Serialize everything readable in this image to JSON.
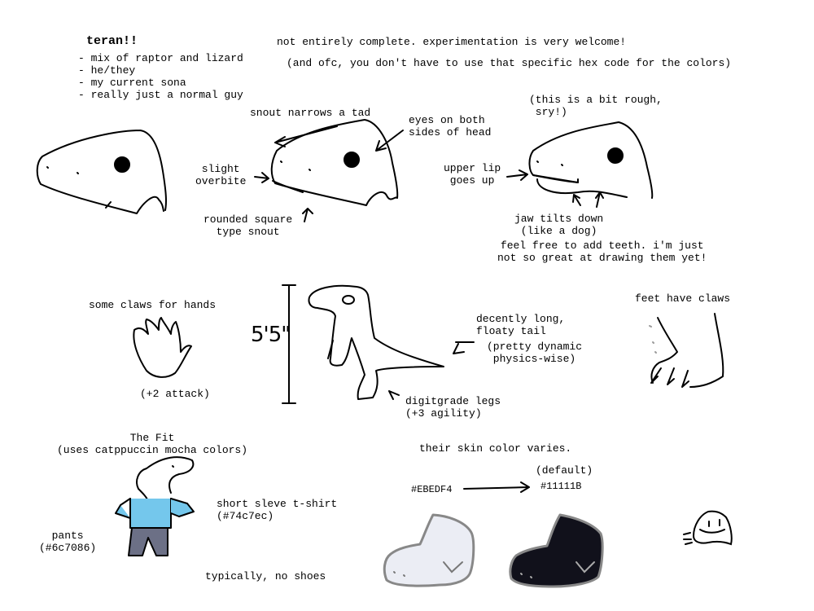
{
  "header": {
    "name": "teran!!",
    "traits": [
      "- mix of raptor and lizard",
      "- he/they",
      "- my current sona",
      "- really just a normal guy"
    ],
    "note1": "not entirely complete. experimentation is very welcome!",
    "note2": "(and ofc, you don't have to use that specific hex code for the colors)"
  },
  "heads": {
    "snout_narrows": "snout narrows a tad",
    "eyes": "eyes on both\nsides of head",
    "overbite": "slight\noverbite",
    "rounded": "rounded square\ntype snout",
    "rough": "(this is a bit rough,\n sry!)",
    "upper_lip": "upper lip\ngoes up",
    "jaw": "jaw tilts down\n(like a dog)",
    "teeth": "feel free to add teeth. i'm just\nnot so great at drawing them yet!"
  },
  "body": {
    "claws_hands": "some claws for hands",
    "attack": "(+2 attack)",
    "height": "5'5\"",
    "tail": "decently long,\nfloaty tail",
    "physics": "(pretty dynamic\nphysics-wise)",
    "legs": "digitgrade legs\n(+3 agility)",
    "feet": "feet have claws"
  },
  "fit": {
    "title": "The Fit\n(uses catppuccin mocha colors)",
    "shirt": "short sleve t-shirt\n(#74c7ec)",
    "pants": "pants\n(#6c7086)",
    "shoes": "typically, no shoes"
  },
  "skin": {
    "varies": "their skin color varies.",
    "default_label": "(default)",
    "light_hex": "#EBEDF4",
    "dark_hex": "#11111B"
  },
  "colors": {
    "shirt": "#74c7ec",
    "pants": "#6c7086",
    "skin_light": "#EBEDF4",
    "skin_dark": "#11111B"
  }
}
